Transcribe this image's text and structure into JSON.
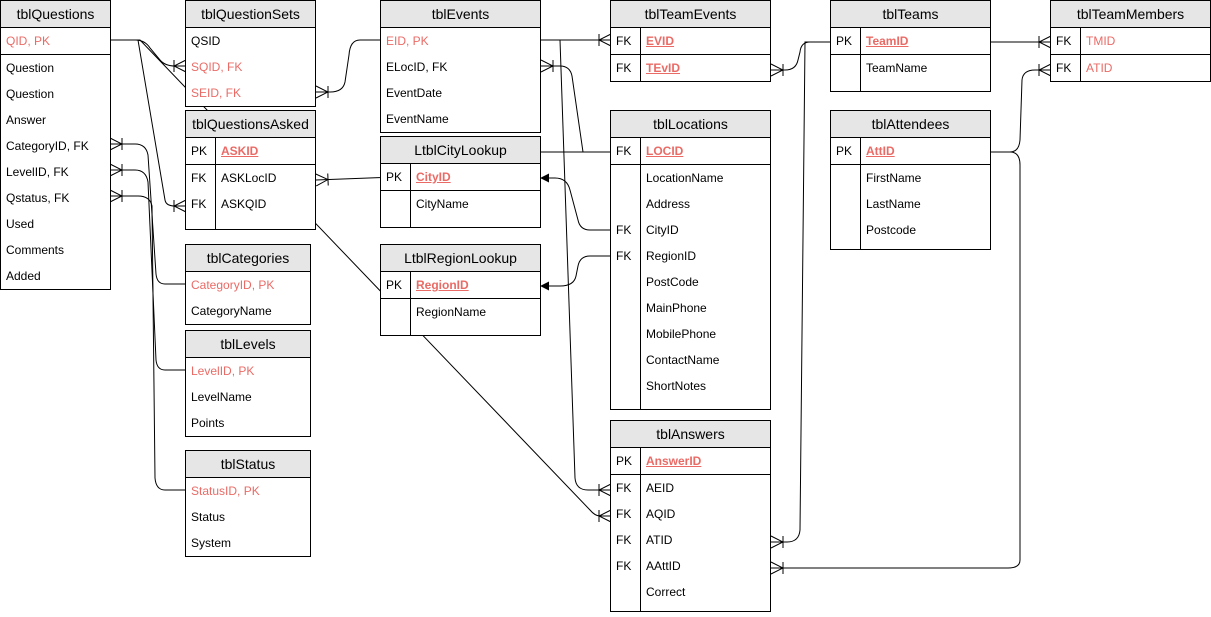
{
  "tables": {
    "tblQuestions": {
      "title": "tblQuestions",
      "rows": [
        "QID, PK",
        "Question",
        "Question",
        "Answer",
        "CategoryID, FK",
        "LevelID, FK",
        "Qstatus, FK",
        "Used",
        "Comments",
        "Added"
      ]
    },
    "tblQuestionSets": {
      "title": "tblQuestionSets",
      "rows": [
        "QSID",
        "SQID, FK",
        "SEID, FK"
      ]
    },
    "tblQuestionsAsked": {
      "title": "tblQuestionsAsked",
      "rows": [
        {
          "key": "PK",
          "field": "ASKID"
        },
        {
          "key": "FK",
          "field": "ASKLocID"
        },
        {
          "key": "FK",
          "field": "ASKQID"
        }
      ]
    },
    "tblCategories": {
      "title": "tblCategories",
      "rows": [
        "CategoryID, PK",
        "CategoryName"
      ]
    },
    "tblLevels": {
      "title": "tblLevels",
      "rows": [
        "LevelID, PK",
        "LevelName",
        "Points"
      ]
    },
    "tblStatus": {
      "title": "tblStatus",
      "rows": [
        "StatusID, PK",
        "Status",
        "System"
      ]
    },
    "tblEvents": {
      "title": "tblEvents",
      "rows": [
        "EID, PK",
        "ELocID, FK",
        "EventDate",
        "EventName"
      ]
    },
    "LtblCityLookup": {
      "title": "LtblCityLookup",
      "rows": [
        {
          "key": "PK",
          "field": "CityID"
        },
        {
          "key": "",
          "field": "CityName"
        }
      ]
    },
    "LtblRegionLookup": {
      "title": "LtblRegionLookup",
      "rows": [
        {
          "key": "PK",
          "field": "RegionID"
        },
        {
          "key": "",
          "field": "RegionName"
        }
      ]
    },
    "tblTeamEvents": {
      "title": "tblTeamEvents",
      "rows": [
        {
          "key": "FK",
          "field": "EVID"
        },
        {
          "key": "FK",
          "field": "TEvID"
        }
      ]
    },
    "tblLocations": {
      "title": "tblLocations",
      "rows": [
        {
          "key": "FK",
          "field": "LOCID"
        },
        {
          "key": "",
          "field": "LocationName"
        },
        {
          "key": "",
          "field": "Address"
        },
        {
          "key": "FK",
          "field": "CityID"
        },
        {
          "key": "FK",
          "field": "RegionID"
        },
        {
          "key": "",
          "field": "PostCode"
        },
        {
          "key": "",
          "field": "MainPhone"
        },
        {
          "key": "",
          "field": "MobilePhone"
        },
        {
          "key": "",
          "field": "ContactName"
        },
        {
          "key": "",
          "field": "ShortNotes"
        }
      ]
    },
    "tblAnswers": {
      "title": "tblAnswers",
      "rows": [
        {
          "key": "PK",
          "field": "AnswerID"
        },
        {
          "key": "FK",
          "field": "AEID"
        },
        {
          "key": "FK",
          "field": "AQID"
        },
        {
          "key": "FK",
          "field": "ATID"
        },
        {
          "key": "FK",
          "field": "AAttID"
        },
        {
          "key": "",
          "field": "Correct"
        }
      ]
    },
    "tblTeams": {
      "title": "tblTeams",
      "rows": [
        {
          "key": "PK",
          "field": "TeamID"
        },
        {
          "key": "",
          "field": "TeamName"
        }
      ]
    },
    "tblAttendees": {
      "title": "tblAttendees",
      "rows": [
        {
          "key": "PK",
          "field": "AttID"
        },
        {
          "key": "",
          "field": "FirstName"
        },
        {
          "key": "",
          "field": "LastName"
        },
        {
          "key": "",
          "field": "Postcode"
        }
      ]
    },
    "tblTeamMembers": {
      "title": "tblTeamMembers",
      "rows": [
        {
          "key": "FK",
          "field": "TMID"
        },
        {
          "key": "FK",
          "field": "ATID"
        }
      ]
    }
  },
  "colors": {
    "header_fill": "#e6e6e6",
    "key_text": "#ea6b66",
    "line": "#000000"
  }
}
